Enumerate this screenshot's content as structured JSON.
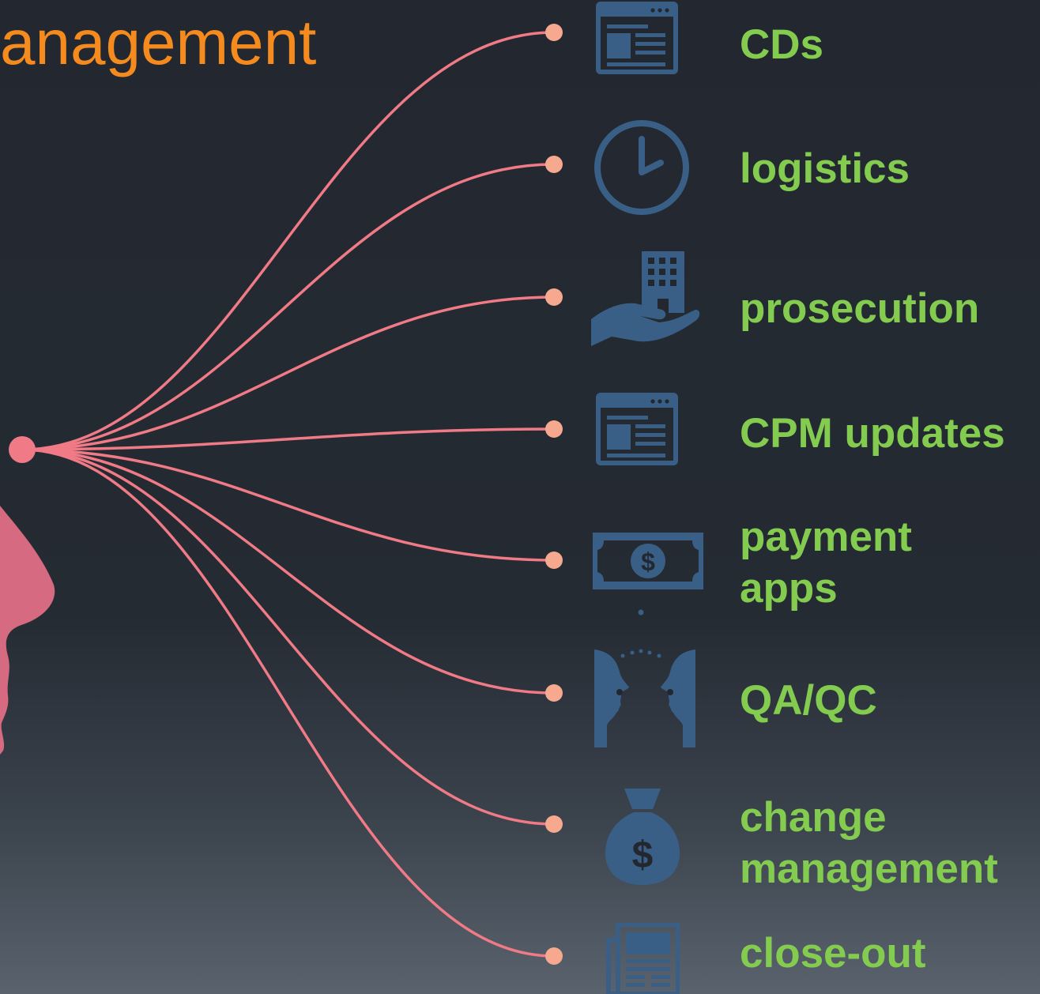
{
  "title": "anagement",
  "colors": {
    "title": "#f58a1f",
    "label": "#84cc50",
    "line": "#f07a86",
    "endpoint": "#f6a98f",
    "icon": "#3a5f86",
    "figure": "#d56a80"
  },
  "items": [
    {
      "label": "CDs",
      "icon": "browser-window-icon"
    },
    {
      "label": "logistics",
      "icon": "clock-icon"
    },
    {
      "label": "prosecution",
      "icon": "hand-building-icon"
    },
    {
      "label": "CPM updates",
      "icon": "browser-window-icon"
    },
    {
      "label": "payment apps",
      "icon": "dollar-bill-icon"
    },
    {
      "label": "QA/QC",
      "icon": "two-faces-icon"
    },
    {
      "label": "change management",
      "icon": "money-bag-icon"
    },
    {
      "label": "close-out",
      "icon": "newspaper-icon"
    }
  ]
}
